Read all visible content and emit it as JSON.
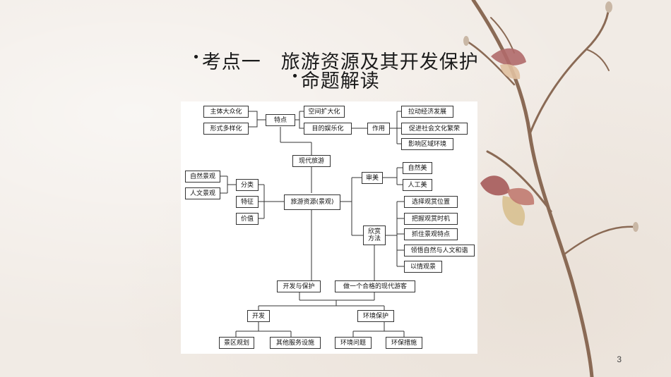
{
  "slide": {
    "title_line1": "考点一　旅游资源及其开发保护",
    "title_line2": "命题解读",
    "bullet": "•",
    "page_number": "3"
  },
  "diagram": {
    "nodes": {
      "mass": "主体大众化",
      "diverse": "形式多样化",
      "features_top": "特点",
      "space": "空间扩大化",
      "purpose": "目的娱乐化",
      "role": "作用",
      "economy": "拉动经济发展",
      "culture": "促进社会文化繁荣",
      "environment_impact": "影响区域环境",
      "modern_tourism": "现代旅游",
      "natural_landscape": "自然景观",
      "human_landscape": "人文景观",
      "classify": "分类",
      "characteristic": "特征",
      "value": "价值",
      "resources": "旅游资源(景观)",
      "aesthetic": "审美",
      "natural_beauty": "自然美",
      "artificial_beauty": "人工美",
      "appreciate": "欣赏\n方法",
      "m1": "选择观赏位置",
      "m2": "把握观赏时机",
      "m3": "抓住景观特点",
      "m4": "领悟自然与人文和谐",
      "m5": "以情观景",
      "dev_protect": "开发与保护",
      "good_tourist": "做一个合格的现代游客",
      "develop": "开发",
      "env_protect": "环境保护",
      "planning": "景区规划",
      "facilities": "其他服务设施",
      "env_issues": "环境问题",
      "env_measures": "环保措施"
    }
  },
  "colors": {
    "background": "#f1ebe5",
    "branch": "#8a6a55",
    "butterfly": "#b06a6a"
  }
}
